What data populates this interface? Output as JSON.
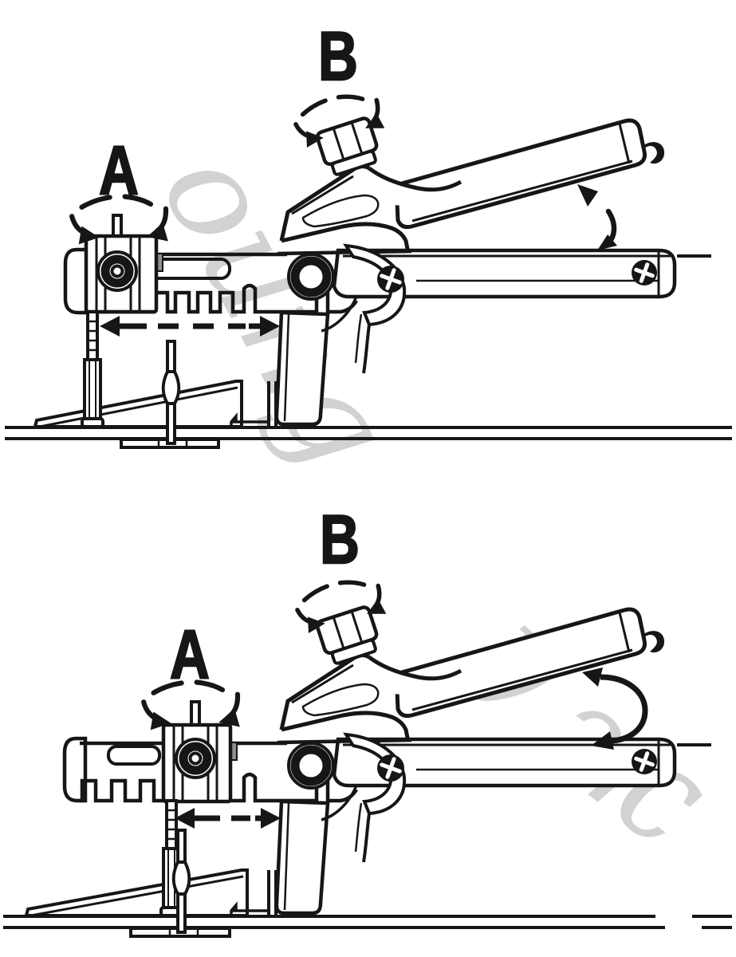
{
  "colors": {
    "background": "#ffffff",
    "ink": "#161616",
    "watermark": "#cbcbcb",
    "tab_gray": "#8f8f8f"
  },
  "figures": [
    {
      "name": "pliers-open-step",
      "label_a": "A",
      "label_b": "B"
    },
    {
      "name": "pliers-squeeze-step",
      "label_a": "A",
      "label_b": "B"
    }
  ],
  "watermarks": [
    {
      "text": "oung"
    },
    {
      "text": "у"
    },
    {
      "text": "ж"
    }
  ]
}
